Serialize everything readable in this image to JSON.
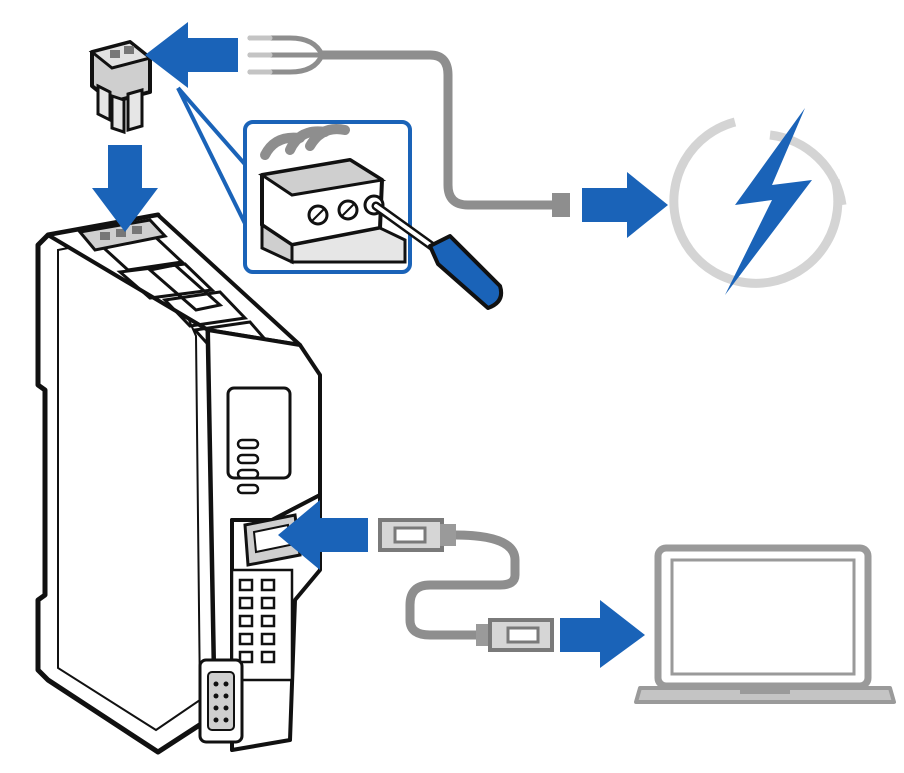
{
  "colors": {
    "arrow": "#1a63b8",
    "outline": "#111111",
    "cable": "#8e8e8e",
    "cable_light": "#c4c4c4",
    "connector_fill": "#d6d6d6",
    "connector_dark": "#7a7a7a",
    "laptop": "#9a9a9a",
    "background": "#ffffff"
  },
  "icons": {
    "terminal_plug": "terminal-block-plug-icon",
    "power": "lightning-bolt-icon",
    "tool": "screwdriver-icon",
    "computer": "laptop-icon",
    "device": "gateway-device-icon"
  },
  "steps": [
    {
      "id": "power-wires",
      "direction": "left"
    },
    {
      "id": "plug-insert",
      "direction": "down"
    },
    {
      "id": "power-supply",
      "direction": "right"
    },
    {
      "id": "ethernet-device",
      "direction": "left"
    },
    {
      "id": "ethernet-laptop",
      "direction": "right"
    }
  ]
}
